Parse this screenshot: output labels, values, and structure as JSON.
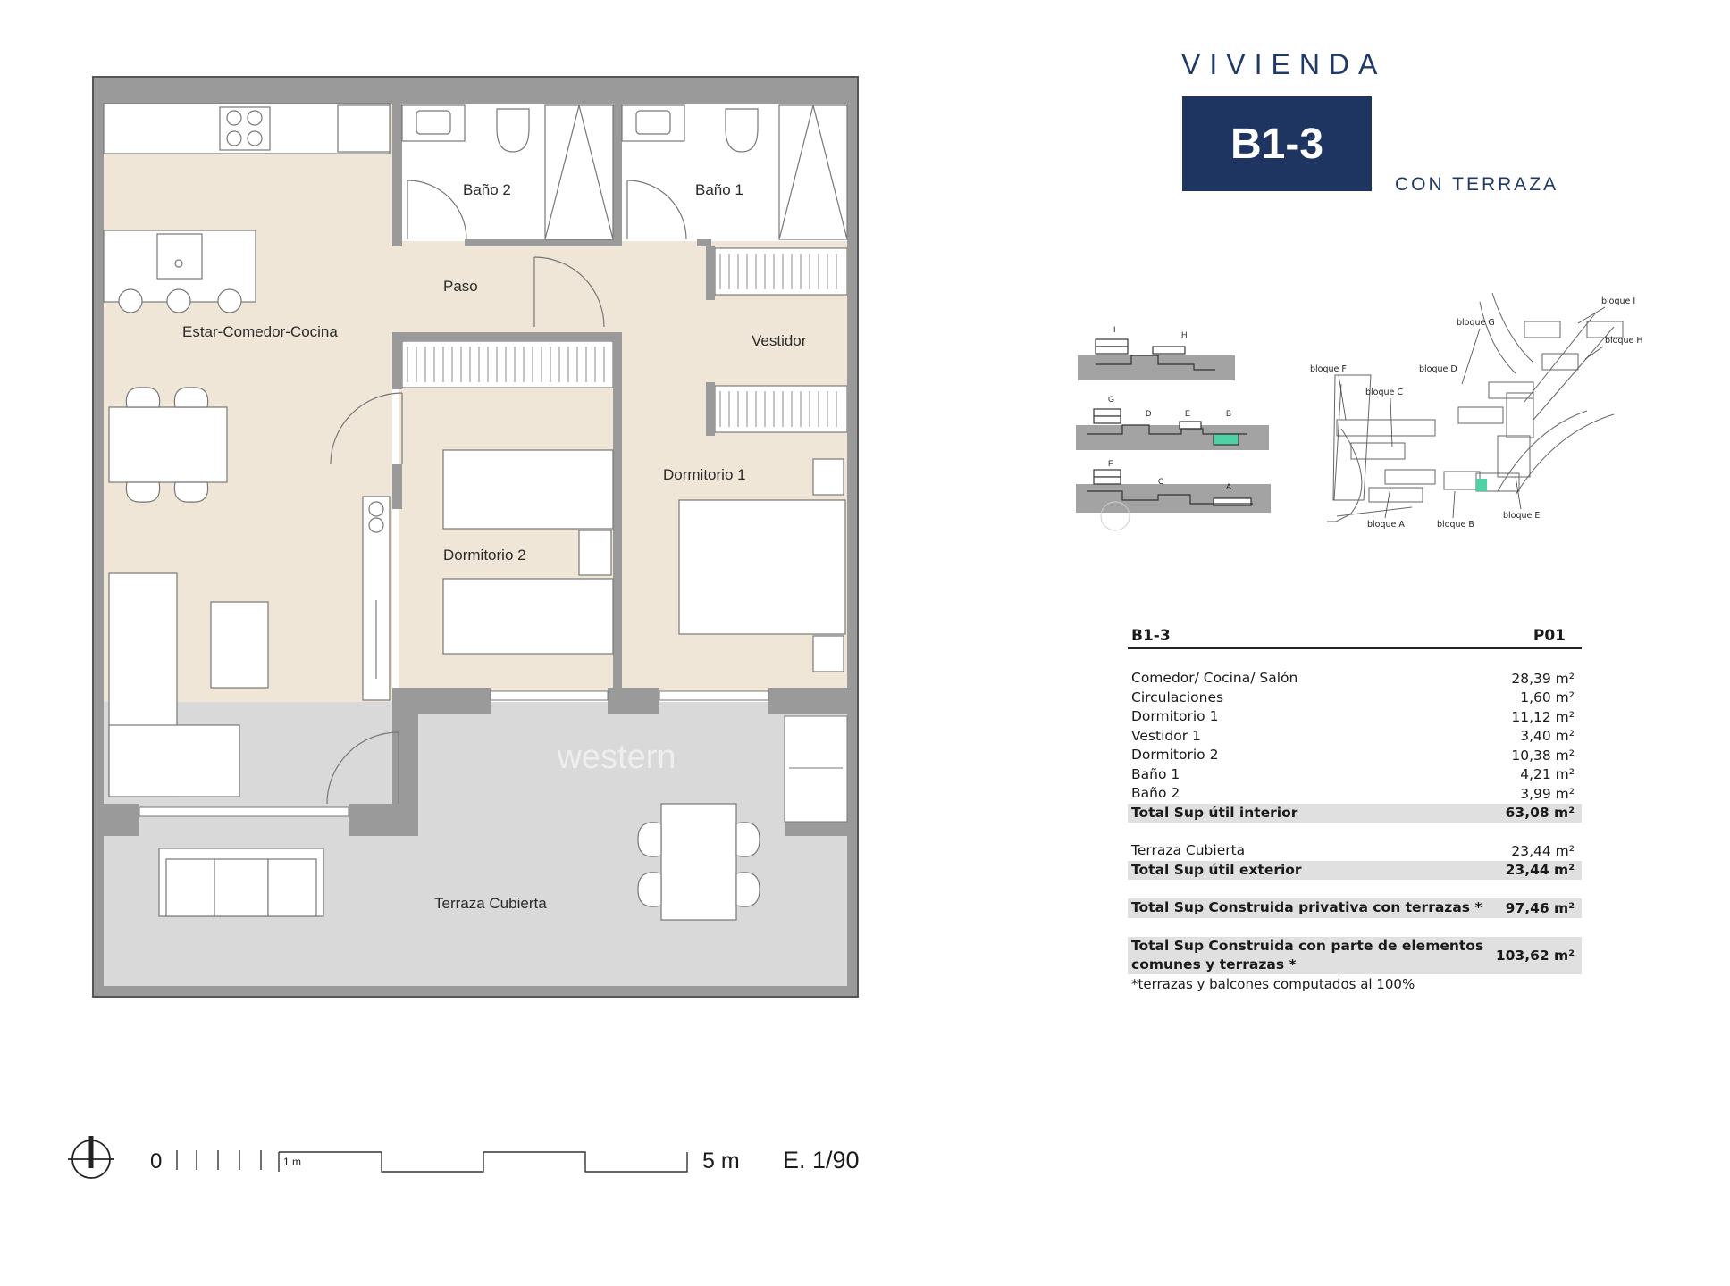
{
  "header": {
    "title": "VIVIENDA",
    "code": "B1-3",
    "subtitle": "CON TERRAZA"
  },
  "plan": {
    "rooms": {
      "estar": "Estar-Comedor-Cocina",
      "bano2": "Baño 2",
      "bano1": "Baño 1",
      "paso": "Paso",
      "vestidor": "Vestidor",
      "dormitorio1": "Dormitorio 1",
      "dormitorio2": "Dormitorio 2",
      "terraza": "Terraza Cubierta"
    },
    "watermark": "western"
  },
  "scale_bar": {
    "zero": "0",
    "one_m": "1 m",
    "five_m": "5 m",
    "ratio": "E. 1/90"
  },
  "key_plan": {
    "sections": {
      "row1": [
        "I",
        "H"
      ],
      "row2": [
        "G",
        "D",
        "E",
        "B"
      ],
      "row3": [
        "F",
        "C",
        "A"
      ]
    },
    "blocks": [
      "bloque I",
      "bloque H",
      "bloque G",
      "bloque F",
      "bloque D",
      "bloque C",
      "bloque A",
      "bloque B",
      "bloque E"
    ],
    "highlight_color": "#4fd1a5"
  },
  "surface_table": {
    "header": {
      "left": "B1-3",
      "right": "P01"
    },
    "rows_interior": [
      {
        "label": "Comedor/ Cocina/ Salón",
        "value": "28,39 m²"
      },
      {
        "label": "Circulaciones",
        "value": "1,60 m²"
      },
      {
        "label": "Dormitorio 1",
        "value": "11,12 m²"
      },
      {
        "label": "Vestidor 1",
        "value": "3,40 m²"
      },
      {
        "label": "Dormitorio 2",
        "value": "10,38 m²"
      },
      {
        "label": "Baño 1",
        "value": "4,21 m²"
      },
      {
        "label": "Baño 2",
        "value": "3,99 m²"
      }
    ],
    "total_interior": {
      "label": "Total Sup útil interior",
      "value": "63,08 m²"
    },
    "terraza": {
      "label": "Terraza Cubierta",
      "value": "23,44 m²"
    },
    "total_exterior": {
      "label": "Total Sup útil exterior",
      "value": "23,44 m²"
    },
    "total_privativa": {
      "label": "Total Sup Construida privativa con terrazas *",
      "value": "97,46 m²"
    },
    "total_comunes": {
      "label": "Total Sup Construida con parte de elementos comunes y terrazas *",
      "value": "103,62 m²"
    },
    "footnote": "*terrazas y balcones computados al 100%"
  },
  "colors": {
    "brand_navy": "#1f3561",
    "floor_beige": "#efe6d8",
    "terrace_grey": "#d9d9d9",
    "wall_grey": "#9a9a9a",
    "total_row_grey": "#e0e0e0"
  }
}
